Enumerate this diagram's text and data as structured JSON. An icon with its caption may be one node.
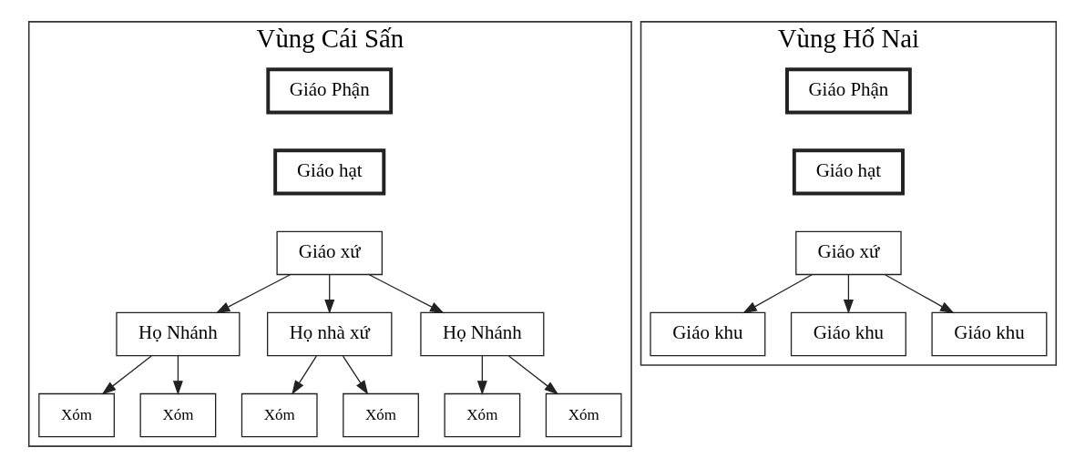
{
  "diagram": {
    "nodes": [
      {
        "text": [
          "Vùng Cái Sấn"
        ]
      },
      {
        "text": [
          "Giáo Phận"
        ],
        "in": 0
      },
      {
        "text": [
          "Giáo hạt"
        ],
        "in": 0
      },
      {
        "text": [
          "Giáo xứ"
        ],
        "in": 0
      },
      {
        "text": [
          "Họ Nhánh"
        ],
        "in": 0
      },
      {
        "text": [
          "Họ nhà xứ"
        ],
        "in": 0
      },
      {
        "text": [
          "Họ Nhánh"
        ],
        "in": 0
      },
      {
        "text": [
          "Xóm"
        ],
        "in": 0
      },
      {
        "text": [
          "Xóm"
        ],
        "in": 0
      },
      {
        "text": [
          "Xóm"
        ],
        "in": 0
      },
      {
        "text": [
          "Xóm"
        ],
        "in": 0
      },
      {
        "text": [
          "Xóm"
        ],
        "in": 0
      },
      {
        "text": [
          "Xóm"
        ],
        "in": 0
      },
      {
        "text": [
          "Vùng Hố Nai"
        ]
      },
      {
        "text": [
          "Giáo Phận"
        ],
        "in": 13
      },
      {
        "text": [
          "Giáo hạt"
        ],
        "in": 13
      },
      {
        "text": [
          "Giáo xứ"
        ],
        "in": 13
      },
      {
        "text": [
          "Giáo khu"
        ],
        "in": 13
      },
      {
        "text": [
          "Giáo khu"
        ],
        "in": 13
      },
      {
        "text": [
          "Giáo khu"
        ],
        "in": 13
      }
    ],
    "edges": [
      {
        "from": 3,
        "to": 4,
        "arrow": "to"
      },
      {
        "from": 3,
        "to": 5,
        "arrow": "to"
      },
      {
        "from": 3,
        "to": 6,
        "arrow": "to"
      },
      {
        "from": 4,
        "to": 7,
        "arrow": "to"
      },
      {
        "from": 4,
        "to": 8,
        "arrow": "to"
      },
      {
        "from": 5,
        "to": 9,
        "arrow": "to"
      },
      {
        "from": 5,
        "to": 10,
        "arrow": "to"
      },
      {
        "from": 6,
        "to": 11,
        "arrow": "to"
      },
      {
        "from": 6,
        "to": 12,
        "arrow": "to"
      },
      {
        "from": 16,
        "to": 17,
        "arrow": "to"
      },
      {
        "from": 16,
        "to": 18,
        "arrow": "to"
      },
      {
        "from": 16,
        "to": 19,
        "arrow": "to"
      }
    ]
  }
}
